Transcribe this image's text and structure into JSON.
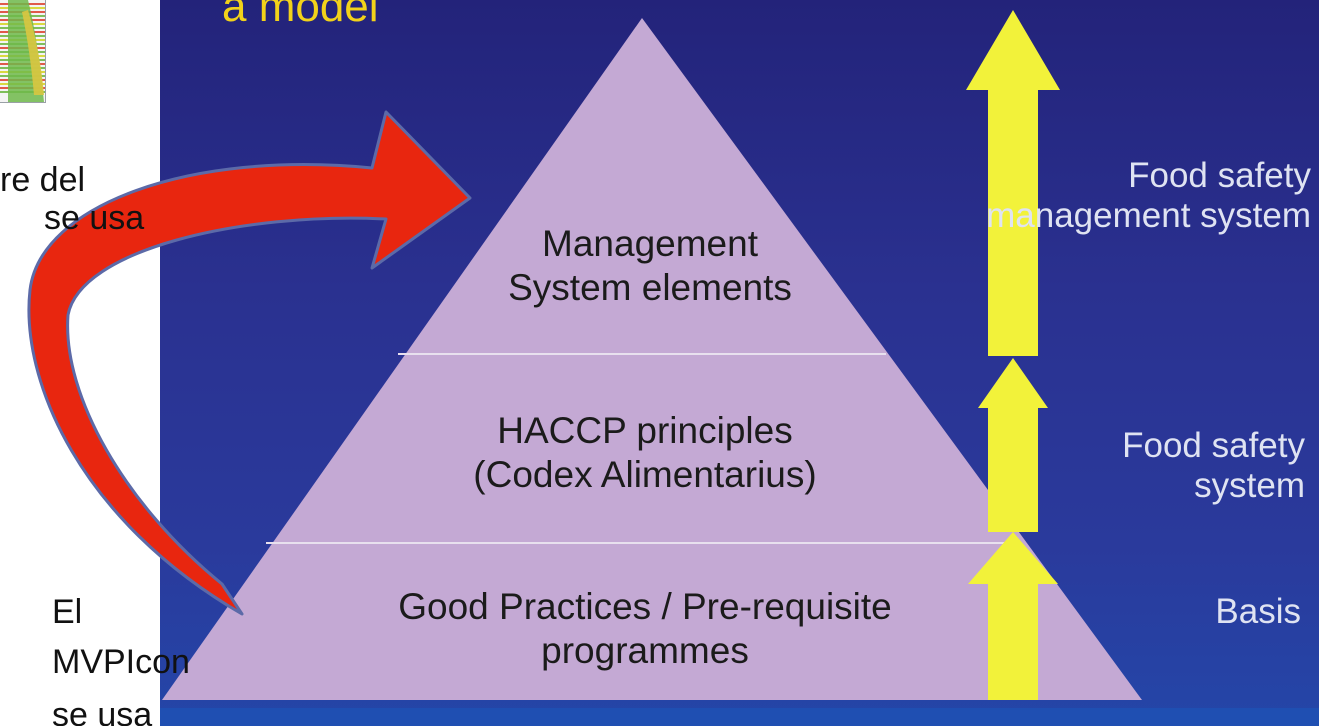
{
  "slide": {
    "title": "a model"
  },
  "pyramid": {
    "levels": [
      {
        "line1": "Management",
        "line2": "System elements"
      },
      {
        "line1": "HACCP principles",
        "line2": "(Codex Alimentarius)"
      },
      {
        "line1": "Good Practices / Pre-requisite",
        "line2": "programmes"
      }
    ]
  },
  "side_labels": {
    "top": {
      "line1": "Food safety",
      "line2": "management system"
    },
    "middle": {
      "line1": "Food safety",
      "line2": "system"
    },
    "bottom": {
      "line1": "Basis"
    }
  },
  "left_text": {
    "top_line1": "re del",
    "top_line2": "se usa",
    "bottom_line1": "El",
    "bottom_line2": "MVPIcon",
    "bottom_line3": "se usa"
  },
  "colors": {
    "background": "#2a3190",
    "pyramid_fill": "#c4a9d4",
    "arrow_red": "#e8260f",
    "arrow_yellow": "#f2f23a",
    "title_yellow": "#f2d21a"
  }
}
